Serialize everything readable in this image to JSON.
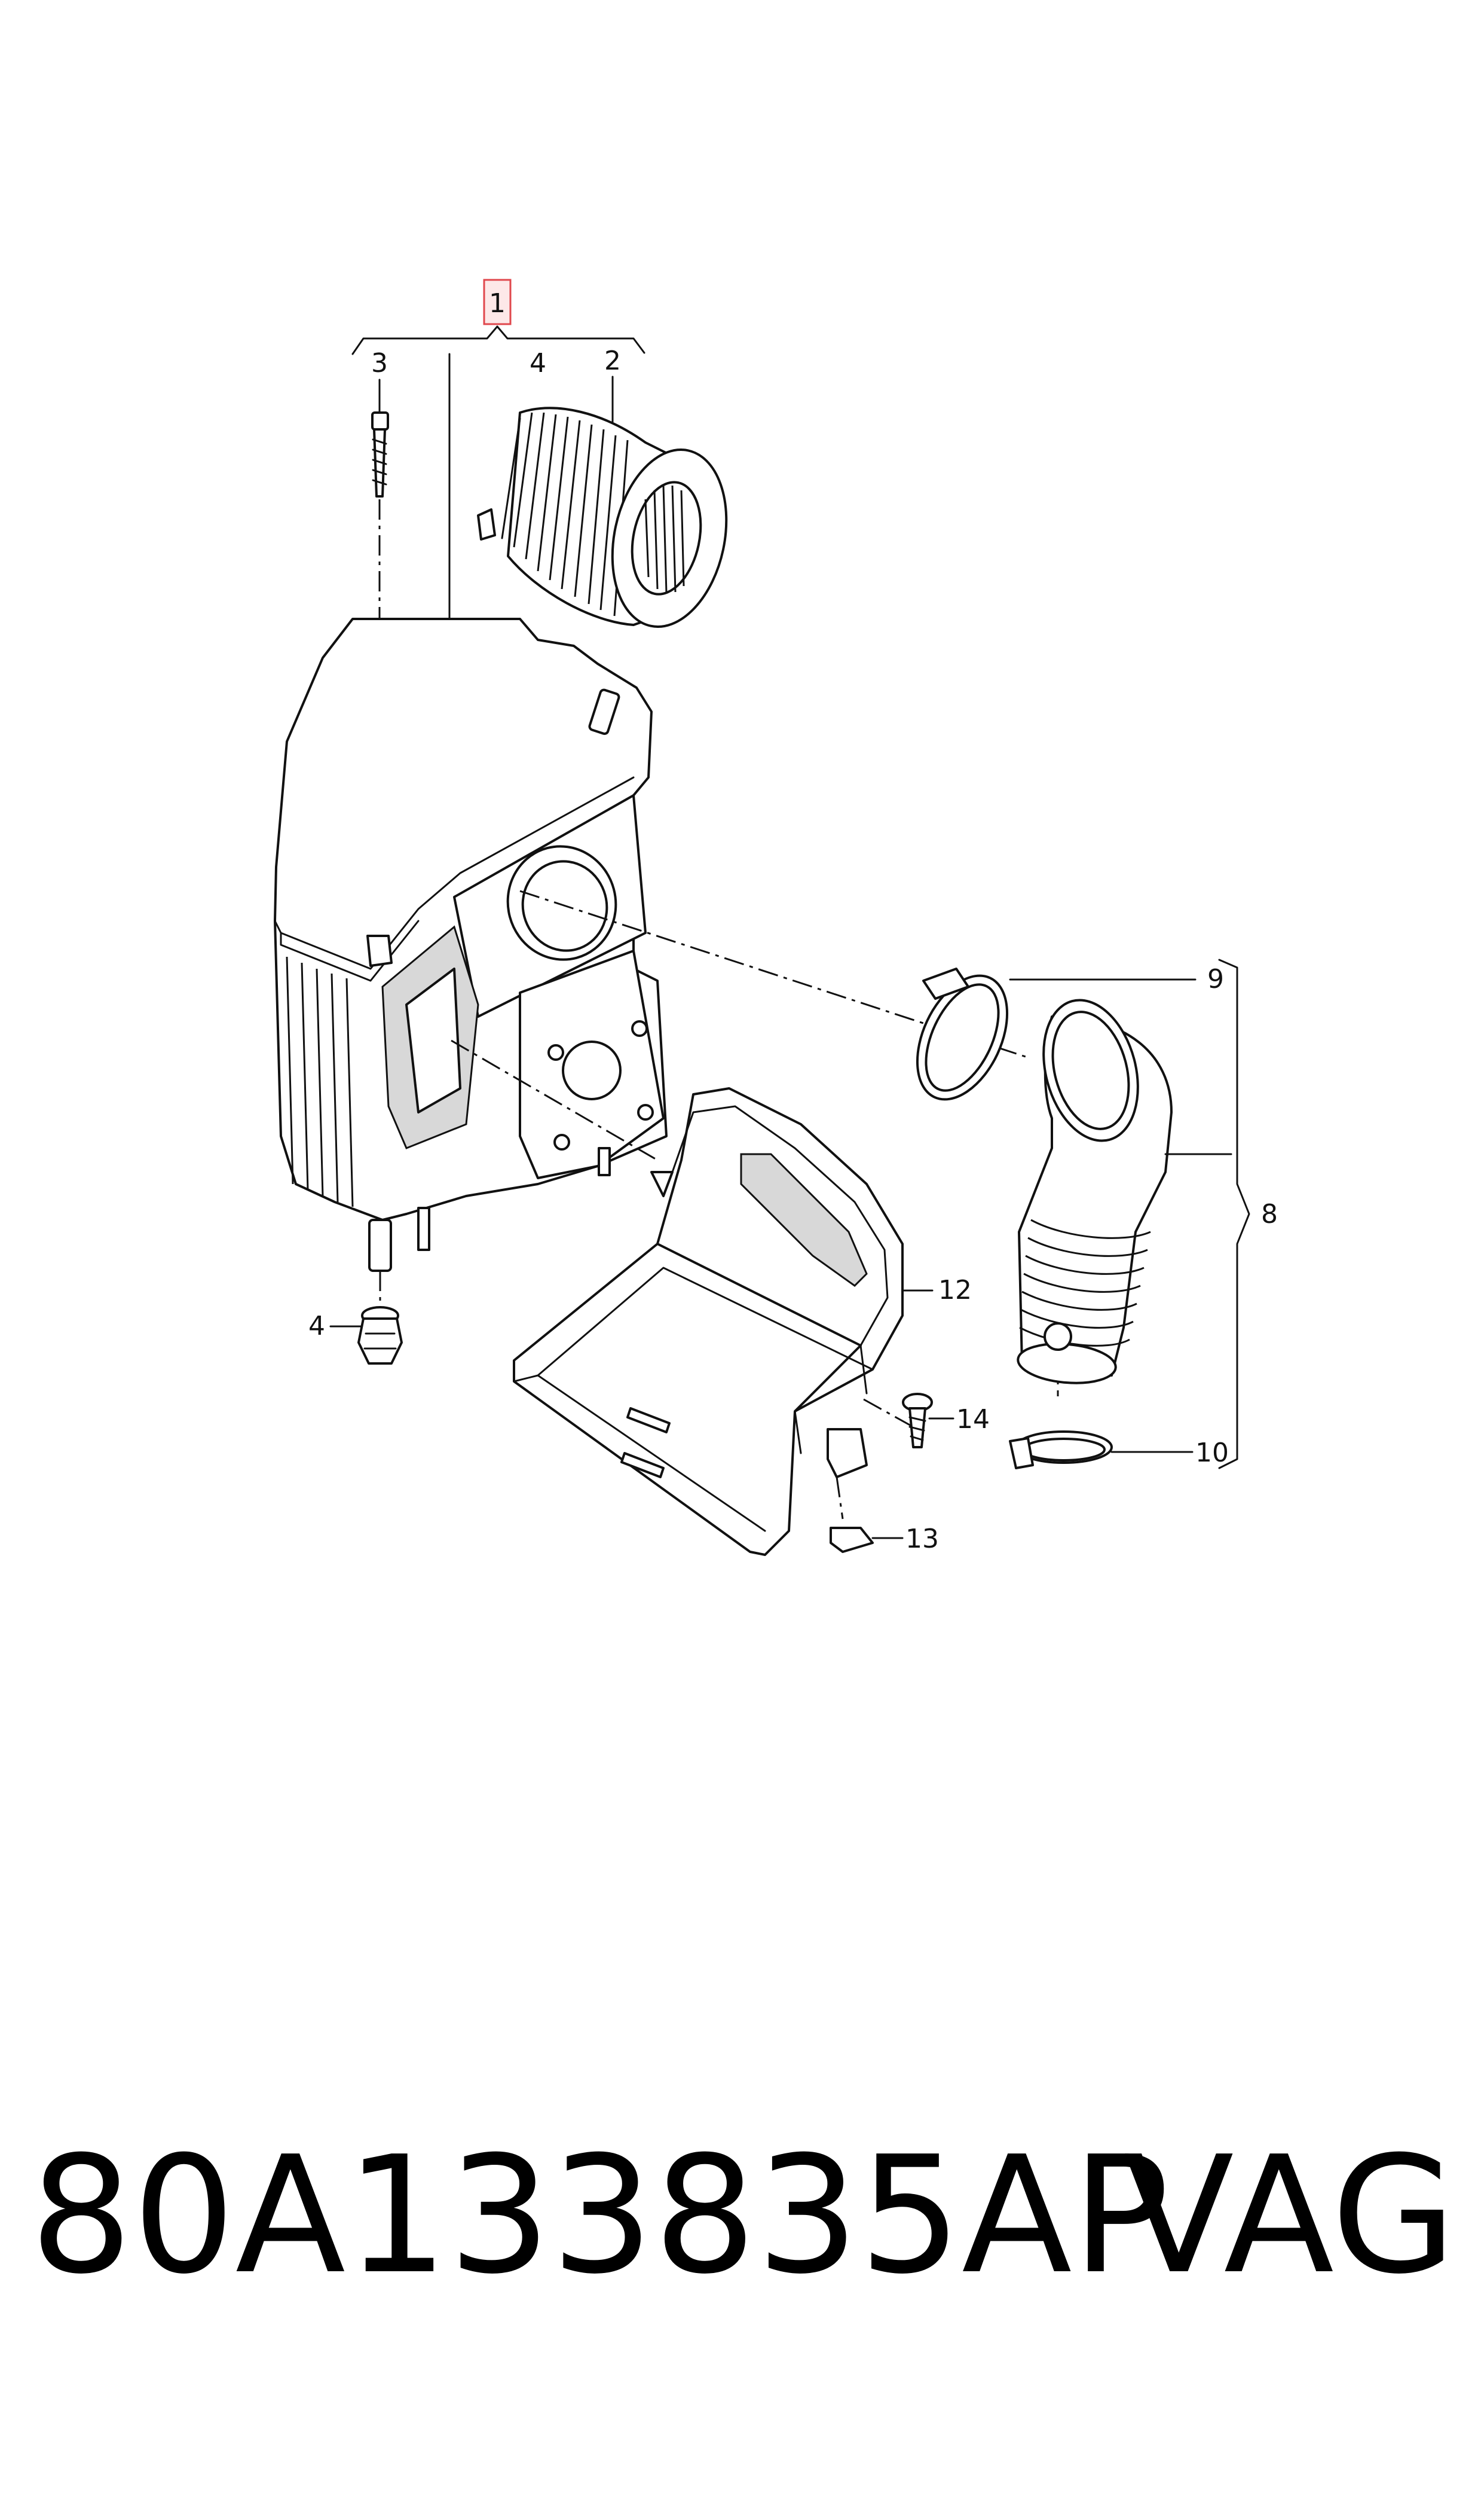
{
  "diagram": {
    "callouts": [
      {
        "id": "1",
        "text": "1",
        "highlighted": true
      },
      {
        "id": "2",
        "text": "2"
      },
      {
        "id": "3",
        "text": "3"
      },
      {
        "id": "4a",
        "text": "4"
      },
      {
        "id": "4b",
        "text": "4"
      },
      {
        "id": "8",
        "text": "8"
      },
      {
        "id": "9",
        "text": "9"
      },
      {
        "id": "10",
        "text": "10"
      },
      {
        "id": "12",
        "text": "12"
      },
      {
        "id": "13",
        "text": "13"
      },
      {
        "id": "14",
        "text": "14"
      }
    ],
    "highlight_color": "#e0474c"
  },
  "caption": {
    "part_number": "80A133835AP",
    "brand": "VAG"
  }
}
